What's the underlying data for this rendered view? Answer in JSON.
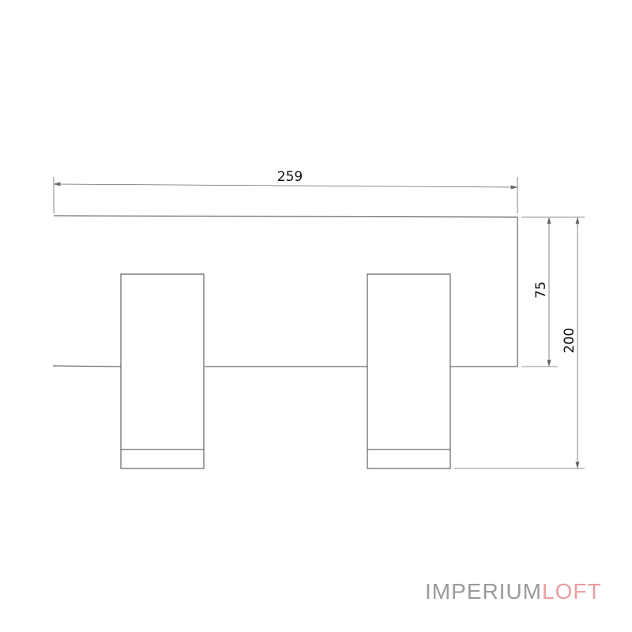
{
  "dimensions": {
    "width": "259",
    "body_height": "75",
    "total_height": "200"
  },
  "logo": {
    "part1": "IMPERIUM",
    "part2": "LOFT",
    "color1": "#9a9a9a",
    "color2": "#e8a0a0"
  },
  "colors": {
    "line": "#444444",
    "dim_line": "#666666"
  }
}
